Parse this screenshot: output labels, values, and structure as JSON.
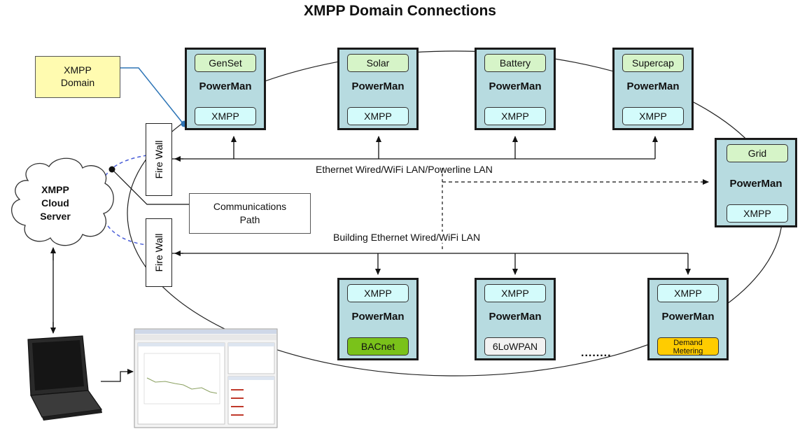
{
  "title": "XMPP Domain Connections",
  "top_nodes": [
    {
      "top": "GenSet",
      "mid": "PowerMan",
      "bot": "XMPP"
    },
    {
      "top": "Solar",
      "mid": "PowerMan",
      "bot": "XMPP"
    },
    {
      "top": "Battery",
      "mid": "PowerMan",
      "bot": "XMPP"
    },
    {
      "top": "Supercap",
      "mid": "PowerMan",
      "bot": "XMPP"
    }
  ],
  "grid_node": {
    "top": "Grid",
    "mid": "PowerMan",
    "bot": "XMPP"
  },
  "bottom_nodes": [
    {
      "top": "XMPP",
      "mid": "PowerMan",
      "bot": "BACnet"
    },
    {
      "top": "XMPP",
      "mid": "PowerMan",
      "bot": "6LoWPAN"
    },
    {
      "top": "XMPP",
      "mid": "PowerMan",
      "bot": "Demand\nMetering"
    }
  ],
  "xmpp_domain_label": "XMPP\nDomain",
  "cloud_label": "XMPP\nCloud\nServer",
  "comm_path_label": "Communications\nPath",
  "firewall_label": "Fire Wall",
  "lan_label": "Ethernet Wired/WiFi LAN/Powerline LAN",
  "building_lan_label": "Building Ethernet Wired/WiFi LAN",
  "ellipsis": "........",
  "colors": {
    "node_fill": "#b7dbe0",
    "label_fill": "#fffbb0",
    "connector": "#2e75b6"
  }
}
